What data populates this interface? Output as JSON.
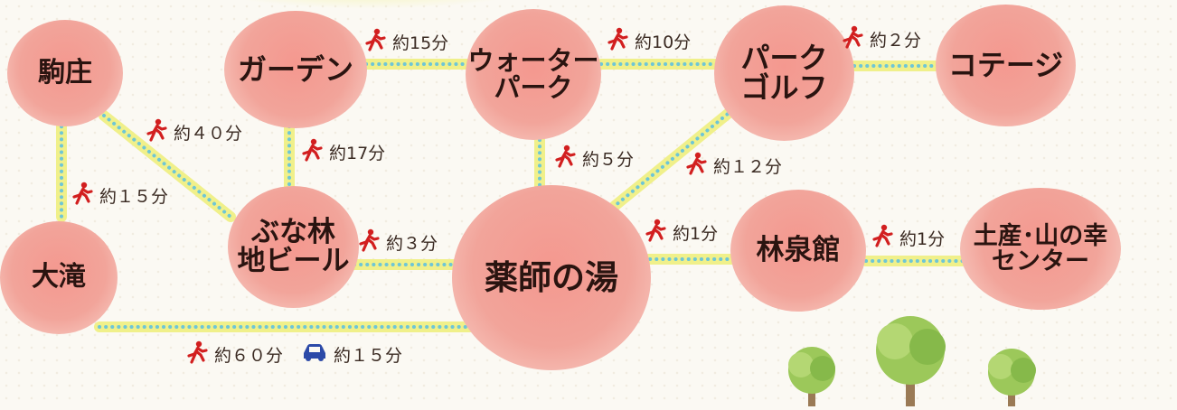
{
  "nodes": {
    "komasho": "駒庄",
    "ootaki": "大滝",
    "garden": "ガーデン",
    "water_park": "ウォーター\nパーク",
    "park_golf": "パーク\nゴルフ",
    "cottage": "コテージ",
    "buna_beer": "ぶな林\n地ビール",
    "yakushi": "薬師の湯",
    "rinsenkan": "林泉館",
    "dosan": "土産･山の幸\nセンター"
  },
  "routes": {
    "garden_water": "約15分",
    "water_golf": "約10分",
    "golf_cottage": "約２分",
    "komasho_buna": "約４０分",
    "garden_buna": "約17分",
    "water_yakushi": "約５分",
    "golf_yakushi": "約１２分",
    "komasho_ootaki": "約１５分",
    "buna_yakushi": "約３分",
    "yakushi_rinsen": "約1分",
    "rinsen_dosan": "約1分",
    "ootaki_yakushi_walk": "約６０分",
    "ootaki_yakushi_car": "約１５分"
  },
  "icons": {
    "walk": "walking-person-icon",
    "car": "car-icon",
    "tree": "tree-icon"
  },
  "colors": {
    "node": "#f2a49a",
    "path_outer": "#f0f08a",
    "path_dots": "#6ec6d6",
    "walk_icon": "#d21f1f",
    "car_icon": "#2c4aa8"
  }
}
